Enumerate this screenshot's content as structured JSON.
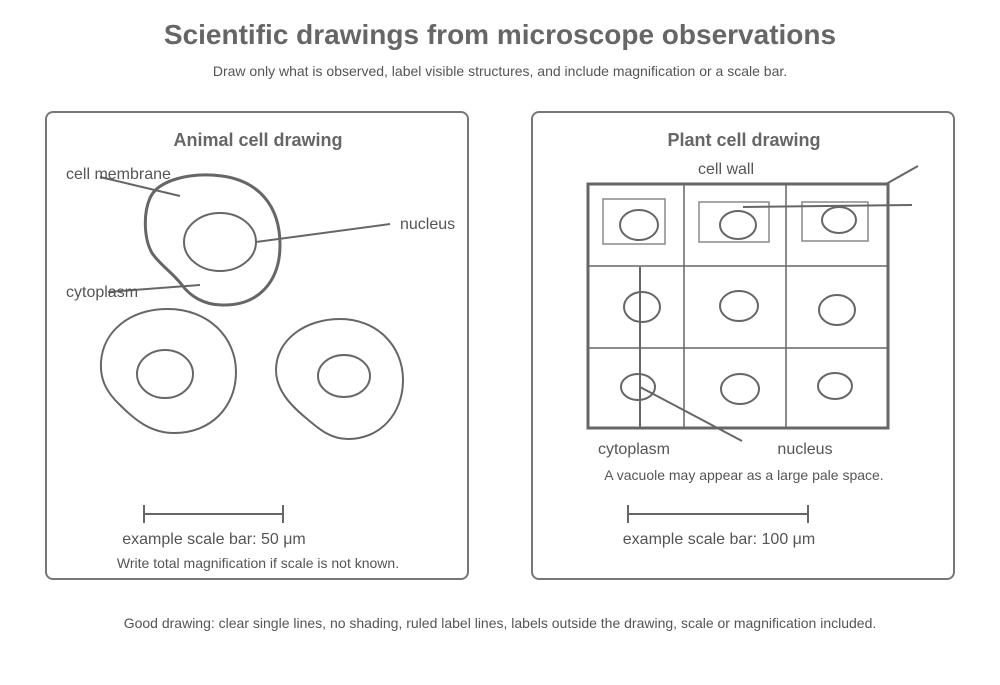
{
  "title": "Scientific drawings from microscope observations",
  "subtitle": "Draw only what is observed, label visible structures, and include magnification or a scale bar.",
  "animal": {
    "heading": "Animal cell drawing",
    "labels": {
      "membrane": "cell membrane",
      "nucleus": "nucleus",
      "cytoplasm": "cytoplasm"
    },
    "scale_text": "example scale bar: 50 μm",
    "note": "Write total magnification if scale is not known."
  },
  "plant": {
    "heading": "Plant cell drawing",
    "labels": {
      "wall": "cell wall",
      "cytoplasm": "cytoplasm",
      "nucleus": "nucleus"
    },
    "vacuole_note": "A vacuole may appear as a large pale space.",
    "scale_text": "example scale bar: 100 μm"
  },
  "footer": "Good drawing: clear single lines, no shading, ruled label lines, labels outside the drawing, scale or magnification included."
}
